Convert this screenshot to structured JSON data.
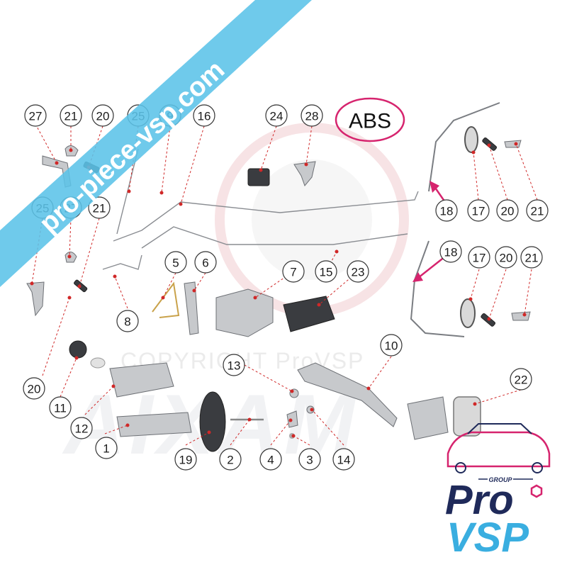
{
  "callouts": [
    {
      "label": "27"
    },
    {
      "label": "21"
    },
    {
      "label": "20"
    },
    {
      "label": "25"
    },
    {
      "label": "9"
    },
    {
      "label": "16"
    },
    {
      "label": "24"
    },
    {
      "label": "28"
    },
    {
      "label": "25"
    },
    {
      "label": "27"
    },
    {
      "label": "21"
    },
    {
      "label": "18"
    },
    {
      "label": "17"
    },
    {
      "label": "20"
    },
    {
      "label": "21"
    },
    {
      "label": "18"
    },
    {
      "label": "17"
    },
    {
      "label": "20"
    },
    {
      "label": "21"
    },
    {
      "label": "5"
    },
    {
      "label": "6"
    },
    {
      "label": "7"
    },
    {
      "label": "15"
    },
    {
      "label": "23"
    },
    {
      "label": "8"
    },
    {
      "label": "10"
    },
    {
      "label": "13"
    },
    {
      "label": "20"
    },
    {
      "label": "11"
    },
    {
      "label": "12"
    },
    {
      "label": "22"
    },
    {
      "label": "1"
    },
    {
      "label": "19"
    },
    {
      "label": "2"
    },
    {
      "label": "4"
    },
    {
      "label": "3"
    },
    {
      "label": "14"
    }
  ],
  "abs_label": "ABS",
  "banner_text": "pro-piece-vsp.com",
  "copyright_text": "COPYRIGHT ProVSP",
  "watermark_text": "AIXAM",
  "logo": {
    "group": "GROUP",
    "word_top": "Pro",
    "word_bottom": "VSP"
  },
  "colors": {
    "accent_pink": "#d6246e",
    "logo_navy": "#1f2a5a",
    "logo_blue": "#3aaee0",
    "banner_blue": "#5bc3e8",
    "leader_red": "#d02828"
  }
}
